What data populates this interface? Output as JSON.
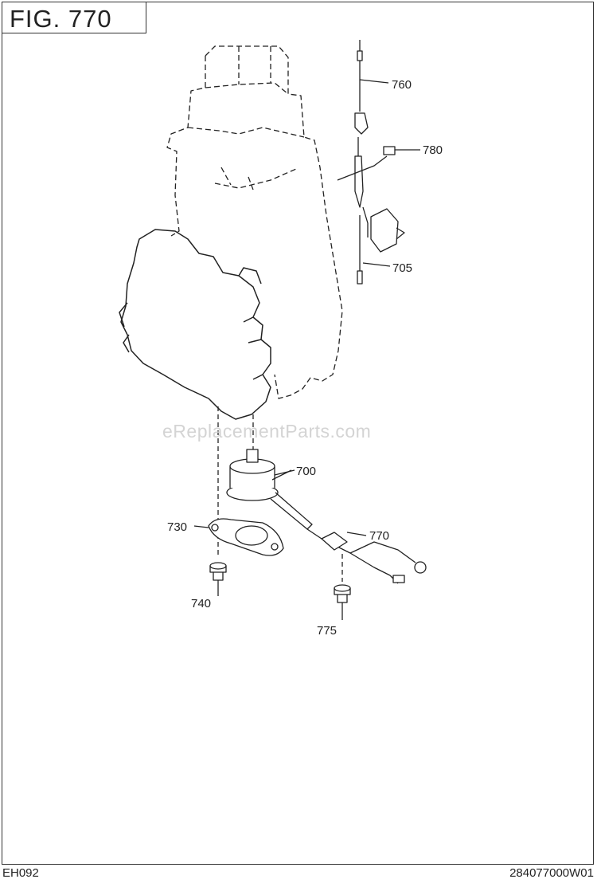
{
  "figure": {
    "title": "FIG.  770"
  },
  "watermark": "eReplacementParts.com",
  "parts": {
    "p760": "760",
    "p780": "780",
    "p705": "705",
    "p700": "700",
    "p730": "730",
    "p770": "770",
    "p740": "740",
    "p775": "775"
  },
  "footer": {
    "model": "EH092",
    "doc_number": "284077000W01"
  },
  "colors": {
    "line": "#222222",
    "watermark": "#d4d4d4"
  }
}
